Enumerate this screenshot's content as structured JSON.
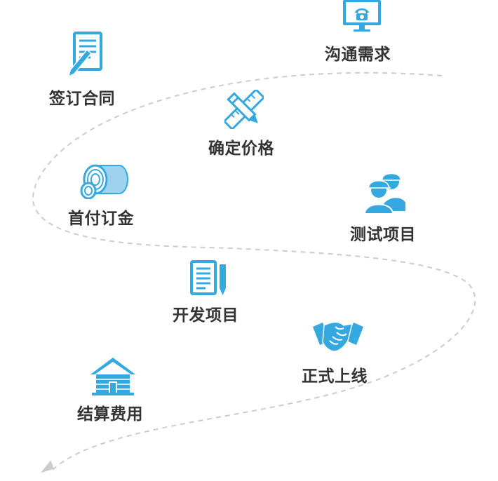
{
  "colors": {
    "icon": "#35a8e0",
    "text": "#333333",
    "path": "#cccccc"
  },
  "steps": [
    {
      "label": "沟通需求",
      "icon": "telephone-monitor-icon"
    },
    {
      "label": "签订合同",
      "icon": "contract-pen-icon"
    },
    {
      "label": "确定价格",
      "icon": "ruler-pencil-icon"
    },
    {
      "label": "首付订金",
      "icon": "coin-stack-icon"
    },
    {
      "label": "测试项目",
      "icon": "engineers-icon"
    },
    {
      "label": "开发项目",
      "icon": "document-pen-icon"
    },
    {
      "label": "正式上线",
      "icon": "handshake-icon"
    },
    {
      "label": "结算费用",
      "icon": "house-icon"
    }
  ]
}
